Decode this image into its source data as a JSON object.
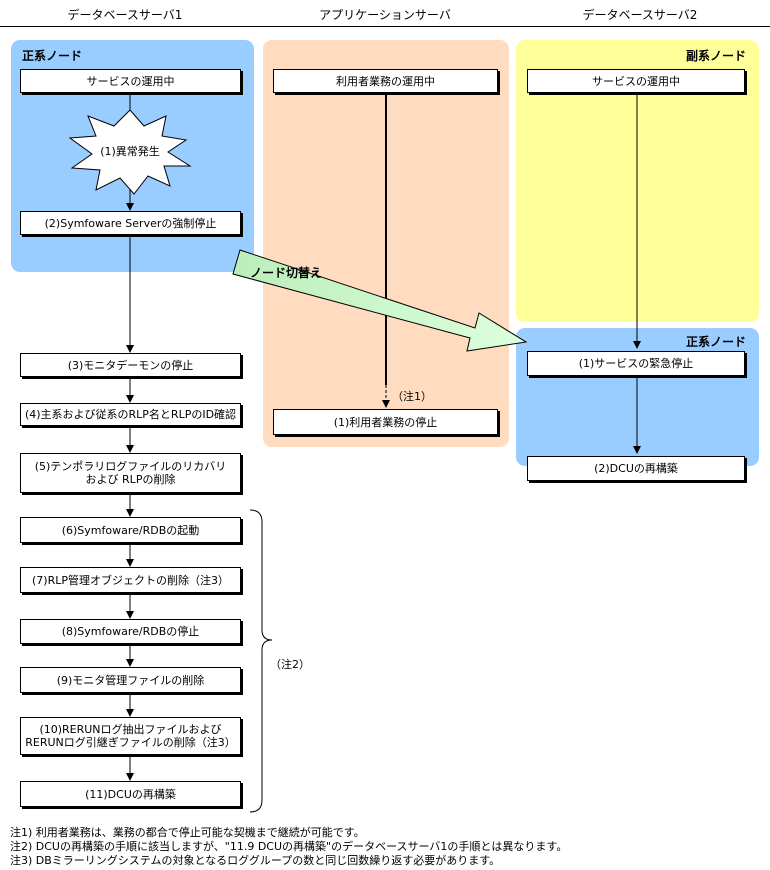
{
  "columns": {
    "db1": "データベースサーバ1",
    "app": "アプリケーションサーバ",
    "db2": "データベースサーバ2"
  },
  "panels": {
    "db1_primary": "正系ノード",
    "db2_secondary": "副系ノード",
    "db2_primary": "正系ノード"
  },
  "db1": {
    "service": "サービスの運用中",
    "anomaly": "(1)異常発生",
    "step2": "(2)Symfoware Serverの強制停止",
    "step3": "(3)モニタデーモンの停止",
    "step4": "(4)主系および従系のRLP名とRLPのID確認",
    "step5_line1": "(5)テンポラリログファイルのリカバリ",
    "step5_line2": "および RLPの削除",
    "step6": "(6)Symfoware/RDBの起動",
    "step7": "(7)RLP管理オブジェクトの削除（注3）",
    "step8": "(8)Symfoware/RDBの停止",
    "step9": "(9)モニタ管理ファイルの削除",
    "step10_line1": "(10)RERUNログ抽出ファイルおよび",
    "step10_line2": "RERUNログ引継ぎファイルの削除（注3）",
    "step11": "(11)DCUの再構築",
    "brace_note": "（注2）"
  },
  "app": {
    "business": "利用者業務の運用中",
    "note1": "（注1）",
    "stop": "(1)利用者業務の停止"
  },
  "db2": {
    "service": "サービスの運用中",
    "emergency_stop": "(1)サービスの緊急停止",
    "rebuild": "(2)DCUの再構築"
  },
  "switch_label": "ノード切替え",
  "notes": [
    "注1) 利用者業務は、業務の都合で停止可能な契機まで継続が可能です。",
    "注2) DCUの再構築の手順に該当しますが、\"11.9 DCUの再構築\"のデータベースサーバ1の手順とは異なります。",
    "注3) DBミラーリングシステムの対象となるロググループの数と同じ回数繰り返す必要があります。"
  ],
  "colors": {
    "blue_panel": "#99ccff",
    "peach_panel": "#ffdcbf",
    "yellow_panel": "#ffff99",
    "switch_arrow_from": "#bbeebb",
    "switch_arrow_to": "#ddffdd"
  }
}
